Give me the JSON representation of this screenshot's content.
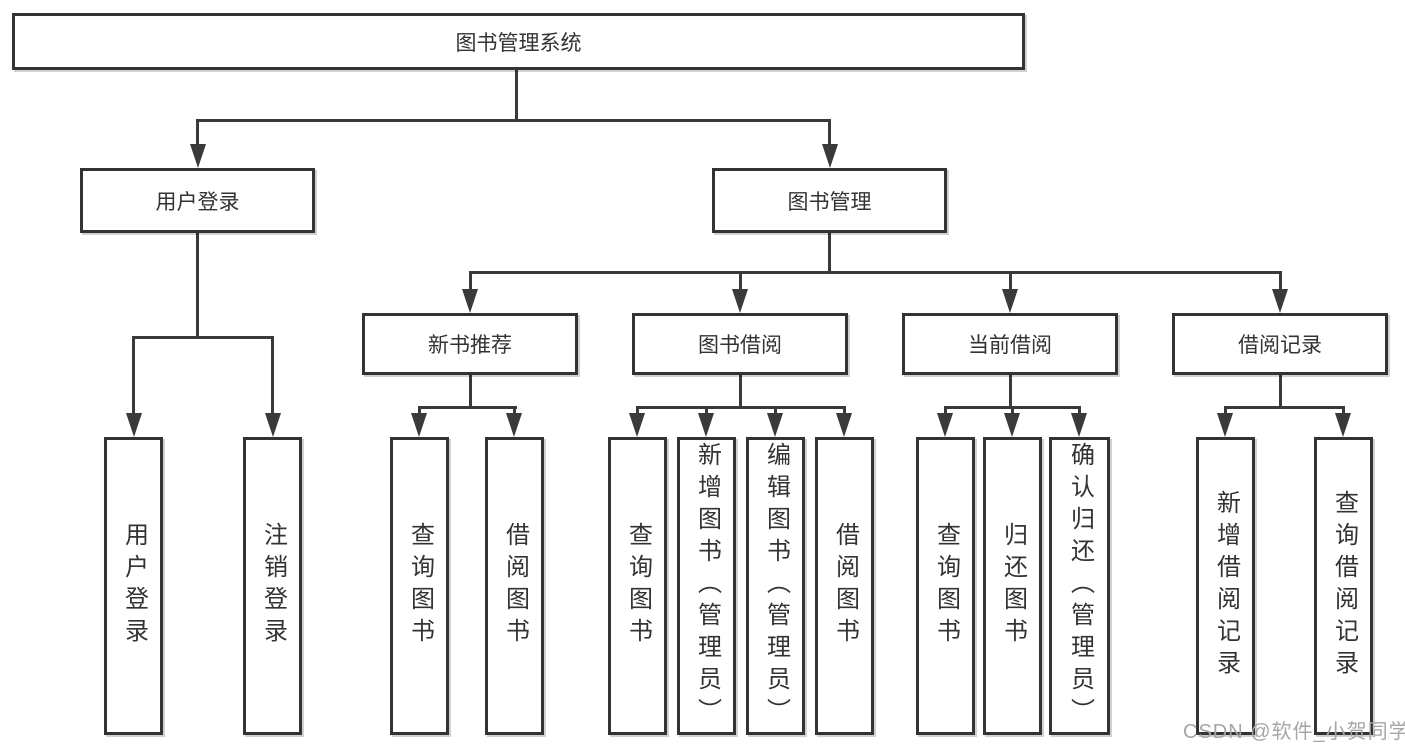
{
  "diagram": {
    "root": {
      "label": "图书管理系统"
    },
    "branches": [
      {
        "label": "用户登录",
        "children": [
          {
            "label": "用户登录"
          },
          {
            "label": "注销登录"
          }
        ]
      },
      {
        "label": "图书管理",
        "children": [
          {
            "label": "新书推荐",
            "children": [
              {
                "label": "查询图书"
              },
              {
                "label": "借阅图书"
              }
            ]
          },
          {
            "label": "图书借阅",
            "children": [
              {
                "label": "查询图书"
              },
              {
                "label": "新增图书（管理员）"
              },
              {
                "label": "编辑图书（管理员）"
              },
              {
                "label": "借阅图书"
              }
            ]
          },
          {
            "label": "当前借阅",
            "children": [
              {
                "label": "查询图书"
              },
              {
                "label": "归还图书"
              },
              {
                "label": "确认归还（管理员）"
              }
            ]
          },
          {
            "label": "借阅记录",
            "children": [
              {
                "label": "新增借阅记录"
              },
              {
                "label": "查询借阅记录"
              }
            ]
          }
        ]
      }
    ]
  },
  "watermark": {
    "text": "CSDN @软件_小贺同学"
  },
  "colors": {
    "background": "#ffffff",
    "box_border": "#333333",
    "line": "#3a3a3a",
    "text": "#333333",
    "watermark": "#a6a6a6"
  }
}
